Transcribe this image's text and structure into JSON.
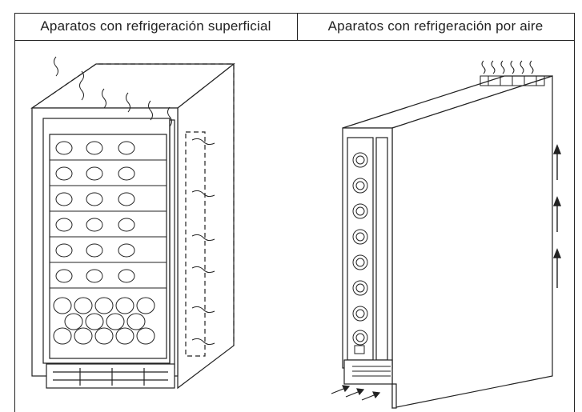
{
  "table": {
    "headers": [
      "Aparatos con refrigeración superficial",
      "Aparatos con refrigeración por aire"
    ]
  },
  "illustrations": [
    {
      "name": "surface-cooled-wine-cooler",
      "rows_of_bottles": 6
    },
    {
      "name": "air-cooled-slim-wine-cooler",
      "bottles": 8,
      "airflow_arrows": 3
    }
  ]
}
